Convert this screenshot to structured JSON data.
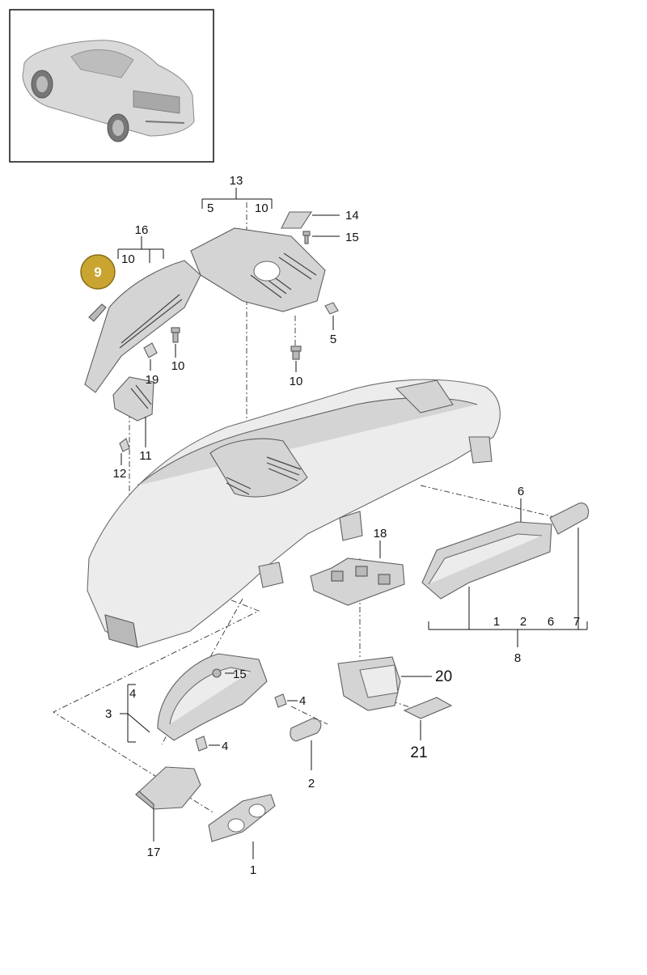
{
  "accent_color": "#c9a430",
  "thumbnail": {
    "icon": "sports-coupe-car-icon"
  },
  "highlight_badge": {
    "label": "9"
  },
  "labels": {
    "p13": "13",
    "p13_5": "5",
    "p13_10": "10",
    "p14": "14",
    "p15_top": "15",
    "p16": "16",
    "p16_10": "10",
    "p5": "5",
    "p10_a": "10",
    "p10_b": "10",
    "p19": "19",
    "p11": "11",
    "p12": "12",
    "p6": "6",
    "p18": "18",
    "p8_1": "1",
    "p8_2": "2",
    "p8_6": "6",
    "p7": "7",
    "p8": "8",
    "p15_mid": "15",
    "p3_4": "4",
    "p3": "3",
    "p4_a": "4",
    "p4_b": "4",
    "p20": "20",
    "p2": "2",
    "p21": "21",
    "p17": "17",
    "p1": "1"
  }
}
